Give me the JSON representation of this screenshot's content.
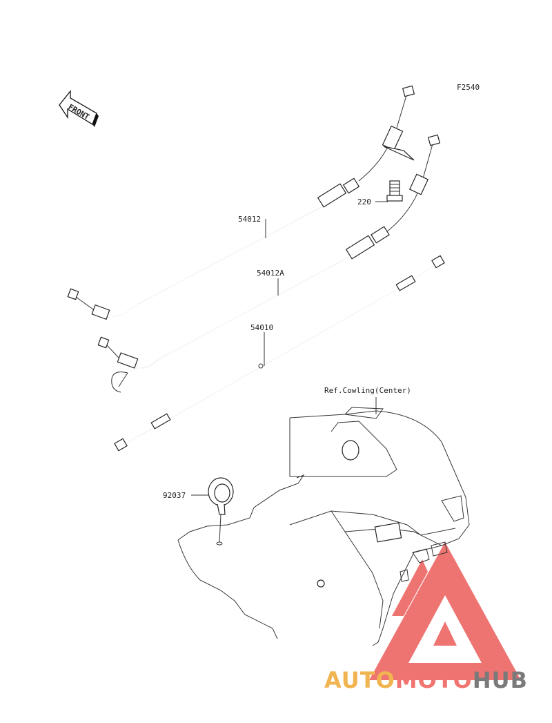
{
  "diagram": {
    "code": "F2540",
    "front_label": "FRONT",
    "parts": [
      {
        "id": "cable-54012",
        "number": "54012"
      },
      {
        "id": "cable-54012a",
        "number": "54012A"
      },
      {
        "id": "cable-54010",
        "number": "54010"
      },
      {
        "id": "bolt-220",
        "number": "220"
      },
      {
        "id": "clamp-92037",
        "number": "92037"
      }
    ],
    "reference": "Ref.Cowling(Center)"
  },
  "watermark": {
    "part1": "AUTO",
    "part2": "MOTO",
    "part3": "HUB",
    "colors": {
      "auto": "#f0b450",
      "moto": "#f07470",
      "hub": "#7a7a7a",
      "triangle": "#e8403c"
    }
  }
}
